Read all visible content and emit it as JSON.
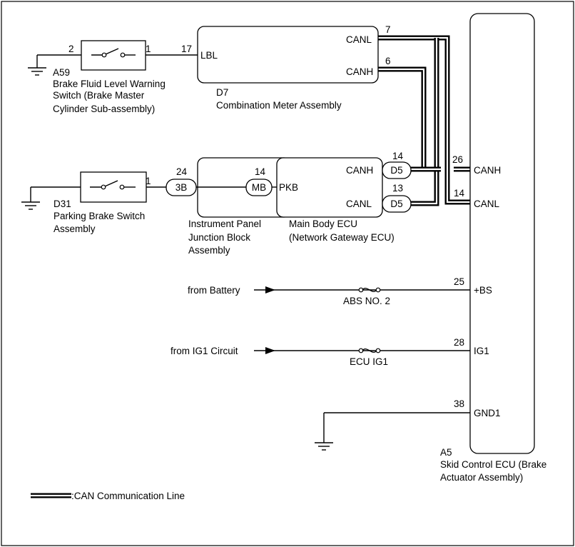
{
  "components": {
    "brake_fluid_switch": {
      "code": "A59",
      "name_line1": "Brake Fluid Level Warning",
      "name_line2": "Switch (Brake Master",
      "name_line3": "Cylinder Sub-assembly)",
      "pin_left": "2",
      "pin_right": "1"
    },
    "combination_meter": {
      "code": "D7",
      "name": "Combination Meter Assembly",
      "pin_lbl_num": "17",
      "pin_lbl": "LBL",
      "pin_canl_num": "7",
      "pin_canl": "CANL",
      "pin_canh_num": "6",
      "pin_canh": "CANH"
    },
    "parking_brake_switch": {
      "code": "D31",
      "name_line1": "Parking Brake Switch",
      "name_line2": "Assembly",
      "pin_right": "1"
    },
    "junction_block": {
      "name_line1": "Instrument Panel",
      "name_line2": "Junction Block",
      "name_line3": "Assembly",
      "conn_3b_num": "24",
      "conn_3b": "3B",
      "conn_mb_num": "14",
      "conn_mb": "MB"
    },
    "main_body_ecu": {
      "name_line1": "Main Body ECU",
      "name_line2": "(Network Gateway ECU)",
      "pin_pkb": "PKB",
      "pin_canh": "CANH",
      "pin_canl": "CANL",
      "conn_canh": "D5",
      "conn_canh_num": "14",
      "conn_canl": "D5",
      "conn_canl_num": "13"
    },
    "skid_control_ecu": {
      "code": "A5",
      "name_line1": "Skid Control ECU (Brake",
      "name_line2": "Actuator Assembly)",
      "pin_canh_num": "26",
      "pin_canh": "CANH",
      "pin_canl_num": "14",
      "pin_canl": "CANL",
      "pin_bs_num": "25",
      "pin_bs": "+BS",
      "pin_ig1_num": "28",
      "pin_ig1": "IG1",
      "pin_gnd_num": "38",
      "pin_gnd": "GND1"
    }
  },
  "sources": {
    "battery": "from Battery",
    "ig1": "from IG1 Circuit"
  },
  "fuses": {
    "abs": "ABS NO. 2",
    "ecu_ig1": "ECU IG1"
  },
  "legend": {
    "can_line": ":CAN Communication Line"
  }
}
